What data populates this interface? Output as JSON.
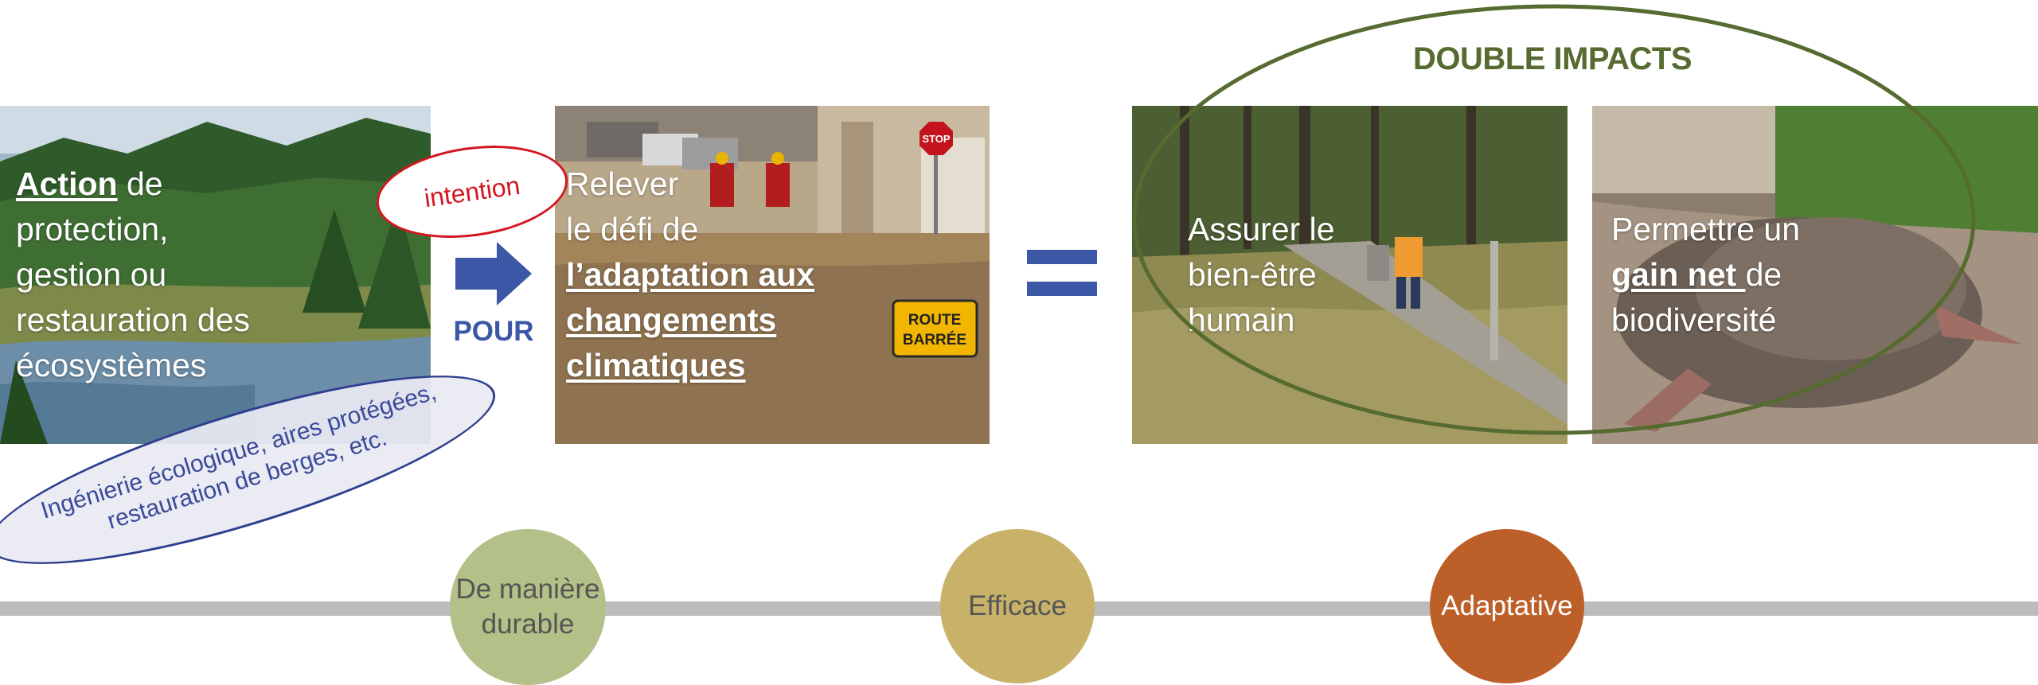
{
  "panels": {
    "action": {
      "bold": "Action",
      "rest": " de",
      "lines": [
        "protection,",
        "gestion ou",
        "restauration des",
        "écosystèmes"
      ]
    },
    "relever": {
      "line1": "Relever",
      "line2": "le défi de",
      "bold_lines": [
        "l’adaptation aux",
        "changements",
        "climatiques"
      ],
      "sign_stop": "STOP",
      "sign_route": "ROUTE",
      "sign_barree": "BARRÉE"
    },
    "bienetre": {
      "lines": [
        "Assurer le",
        "bien-être",
        "humain"
      ]
    },
    "biodiv": {
      "line1": "Permettre un",
      "bold": "gain net ",
      "rest": "de",
      "line3": "biodiversité"
    }
  },
  "callouts": {
    "intention": "intention",
    "eco_examples": "Ingénierie écologique, aires protégées, restauration de berges, etc.",
    "pour": "POUR"
  },
  "double_impacts": "DOUBLE IMPACTS",
  "timeline": {
    "items": [
      {
        "label": "De manière durable",
        "color": "#b3c087"
      },
      {
        "label": "Efficace",
        "color": "#c8b26a"
      },
      {
        "label": "Adaptative",
        "color": "#bd5f29"
      }
    ]
  },
  "colors": {
    "arrow": "#3b57a5",
    "equals": "#3b57a5",
    "intention_border": "#d4161f",
    "double_ellipse": "#556b2f"
  }
}
